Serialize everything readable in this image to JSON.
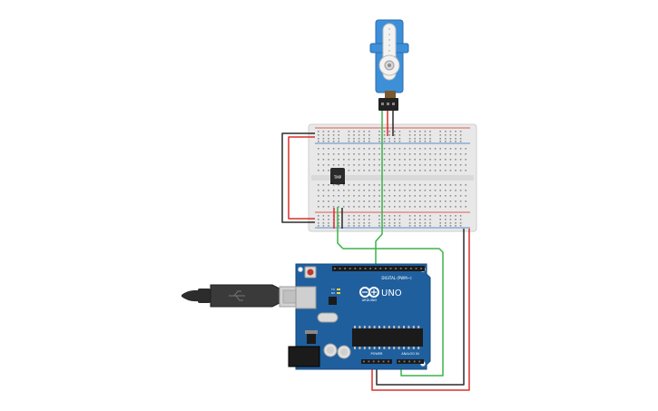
{
  "components": {
    "servo": {
      "kind": "servo"
    },
    "breadboard": {
      "kind": "breadboard"
    },
    "sensor": {
      "kind": "temperature-sensor",
      "label": "TMP"
    },
    "arduino": {
      "kind": "arduino-uno",
      "logo_text": "UNO",
      "brand_text": "ARDUINO",
      "digital_header_label": "DIGITAL (PWM~)",
      "power_label": "POWER",
      "analog_label": "ANALOG IN",
      "tx_label": "TX",
      "rx_label": "RX"
    },
    "usb_cable": {
      "kind": "usb-b-cable"
    }
  },
  "colors": {
    "wire_red": "#d8312a",
    "wire_black": "#2b2b2b",
    "wire_green": "#3bb34a",
    "board_blue": "#1f5f9e",
    "servo_blue": "#3d8fd8",
    "breadboard_bg": "#e8e8e8"
  }
}
